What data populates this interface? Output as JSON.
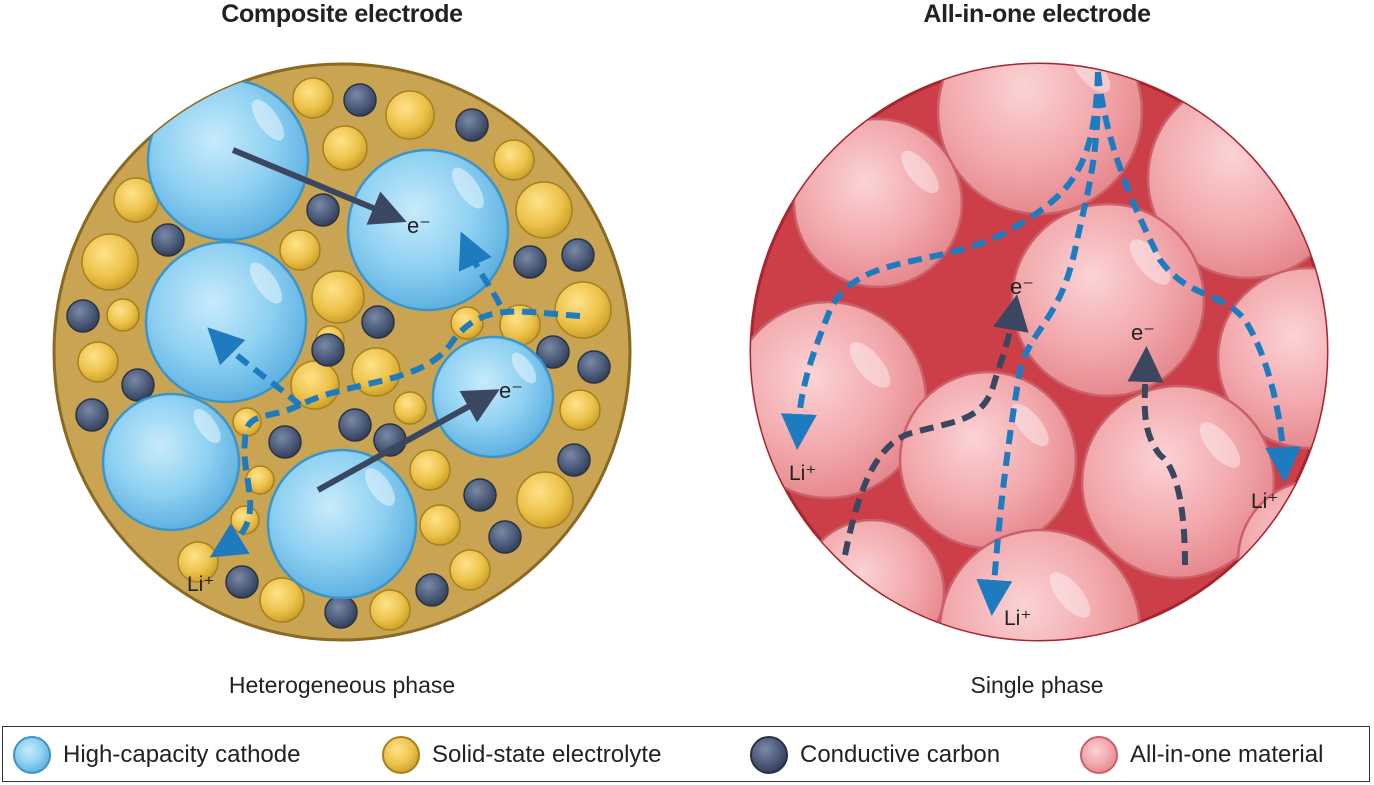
{
  "titles": {
    "left": "Composite electrode",
    "right": "All-in-one electrode"
  },
  "captions": {
    "left": "Heterogeneous phase",
    "right": "Single phase"
  },
  "labels": {
    "electron": "e⁻",
    "lithium": "Li⁺"
  },
  "legend": [
    {
      "label": "High-capacity cathode",
      "icon": "cathode-particle-icon",
      "color": "#7cc4ea"
    },
    {
      "label": "Solid-state electrolyte",
      "icon": "electrolyte-particle-icon",
      "color": "#e5bd45"
    },
    {
      "label": "Conductive carbon",
      "icon": "carbon-particle-icon",
      "color": "#4a5a78"
    },
    {
      "label": "All-in-one material",
      "icon": "all-in-one-particle-icon",
      "color": "#ef9ea3"
    }
  ],
  "colors": {
    "composite_matrix": "#c9a452",
    "cathode": "#7cc4ea",
    "electrolyte": "#e5bd45",
    "carbon": "#4a5a78",
    "all_in_one": "#ef9ea3",
    "all_in_one_background": "#cc3f48",
    "ion_path": "#1f7bc0",
    "electron_path": "#3b4660"
  }
}
